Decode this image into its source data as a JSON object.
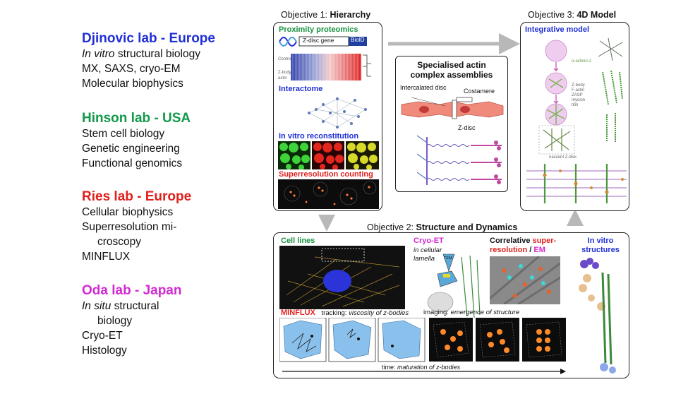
{
  "labs": [
    {
      "name": "Djinovic lab - Europe",
      "color": "#1f2fd6",
      "lines": [
        {
          "italic": "In vitro",
          "rest": " structural biology"
        },
        {
          "text": "MX, SAXS, cryo-EM"
        },
        {
          "text": "Molecular biophysics"
        }
      ]
    },
    {
      "name": "Hinson lab - USA",
      "color": "#129a4a",
      "lines": [
        {
          "text": "Stem cell biology"
        },
        {
          "text": "Genetic engineering"
        },
        {
          "text": "Functional genomics"
        }
      ]
    },
    {
      "name": "Ries lab - Europe",
      "color": "#e0201d",
      "lines": [
        {
          "text": "Cellular biophysics"
        },
        {
          "text": "Superresolution mi-"
        },
        {
          "text": "croscopy"
        },
        {
          "text": "MINFLUX"
        }
      ]
    },
    {
      "name": "Oda lab - Japan",
      "color": "#d22ad2",
      "lines": [
        {
          "italic": "In situ",
          "rest": " structural"
        },
        {
          "text": "biology"
        },
        {
          "text": "Cryo-ET"
        },
        {
          "text": "Histology"
        }
      ]
    }
  ],
  "objective1": {
    "prefix": "Objective 1: ",
    "title": "Hierarchy",
    "proximity": "Proximity proteomics",
    "zdisc_gene": "Z-disc gene",
    "bioid": "BioID",
    "control": "Control",
    "zbody": "Z-body",
    "actin": "actin",
    "interactome": "Interactome",
    "reconstitution": "In vitro reconstitution",
    "counting": "Superresolution counting"
  },
  "center_box": {
    "title_line1": "Specialised actin",
    "title_line2": "complex assemblies",
    "intercalated": "Intercalated disc",
    "costamere": "Costamere",
    "zdisc": "Z-disc"
  },
  "objective3": {
    "prefix": "Objective 3: ",
    "title": "4D Model",
    "integrative": "Integrative model",
    "note1": "α-actinin-2",
    "note2": "Z-body",
    "note3": "F-actin",
    "note4": "ZASP",
    "note5": "myosin",
    "note6": "titin",
    "note7": "nascent Z-disk"
  },
  "objective2": {
    "prefix": "Objective 2: ",
    "title": "Structure and Dynamics",
    "cell_lines": "Cell lines",
    "cryo_et": "Cryo-ET",
    "in_cellular": "in cellular",
    "lamella": "lamella",
    "tem": "TEM",
    "correlative": "Correlative",
    "super": "super-",
    "resolution": "resolution",
    "slash": "/",
    "em": "EM",
    "invitro_line1": "In vitro",
    "invitro_line2": "structures",
    "minflux": "MINFLUX",
    "tracking": "tracking:",
    "tracking_it": "viscosity of z-bodies",
    "imaging": "imaging:",
    "imaging_it": "emergence of structure",
    "time": "time:",
    "time_it": "maturation of z-bodies"
  },
  "colors": {
    "green": "#17913f",
    "blue": "#1f2fd6",
    "red": "#e0201d",
    "magenta": "#d22ad2",
    "arrow_gray": "#b8b8b8"
  }
}
